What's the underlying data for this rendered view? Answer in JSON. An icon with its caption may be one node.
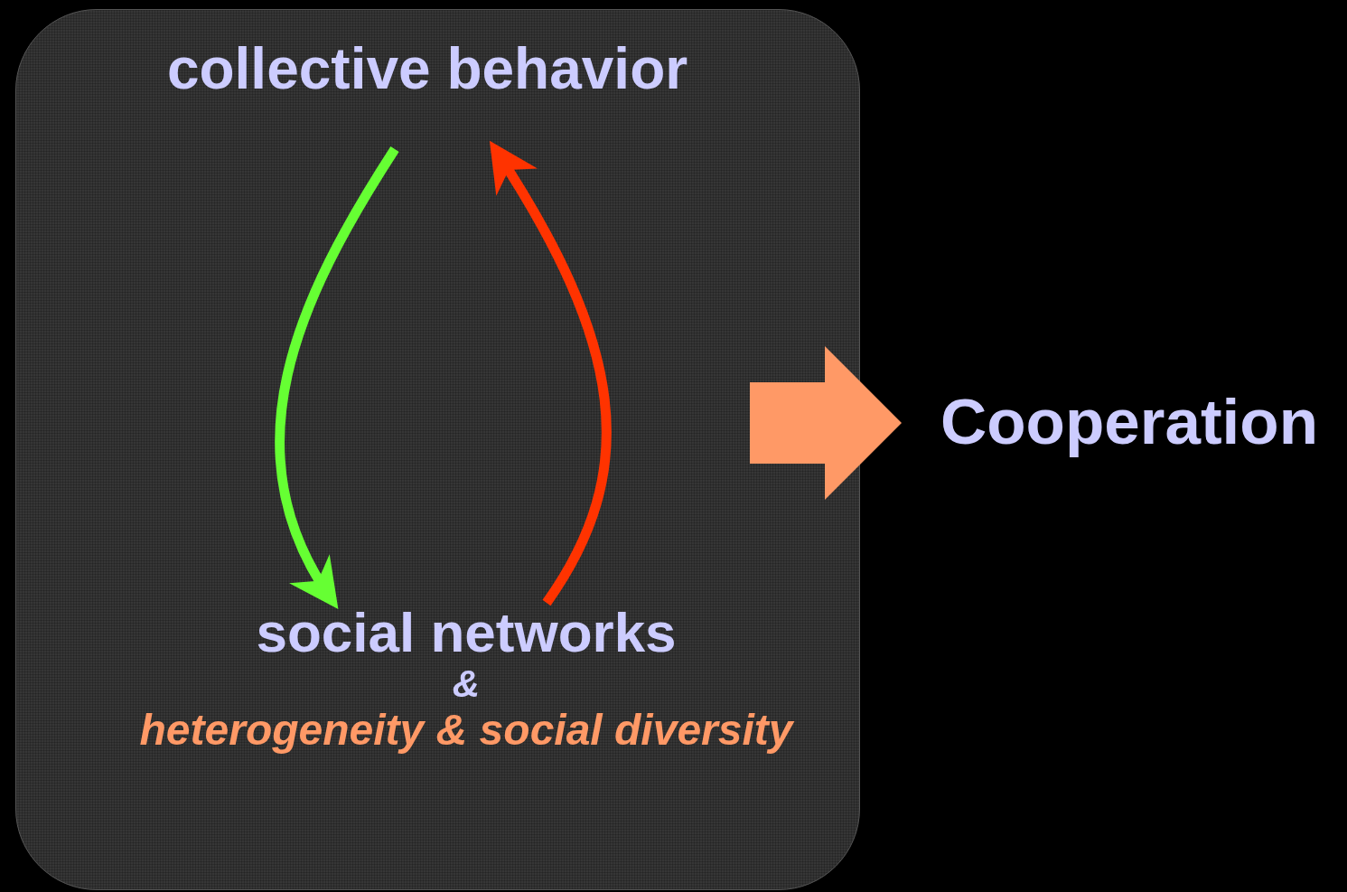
{
  "diagram": {
    "nodes": [
      {
        "text": [],
        "shape": "box"
      },
      {
        "text": [
          "collective behavior"
        ],
        "in": 0
      },
      {
        "text": [
          "social networks",
          "&",
          "heterogeneity & social diversity"
        ],
        "in": 0
      },
      {
        "text": [
          "Cooperation"
        ]
      }
    ],
    "edges": [
      {
        "from": 1,
        "to": 2,
        "arrow": "to",
        "color": "#66ff33"
      },
      {
        "from": 2,
        "to": 1,
        "arrow": "to",
        "color": "#ff3300"
      },
      {
        "from": 0,
        "to": 3,
        "arrow": "to",
        "style": "thick",
        "color": "#ff9966"
      }
    ]
  }
}
